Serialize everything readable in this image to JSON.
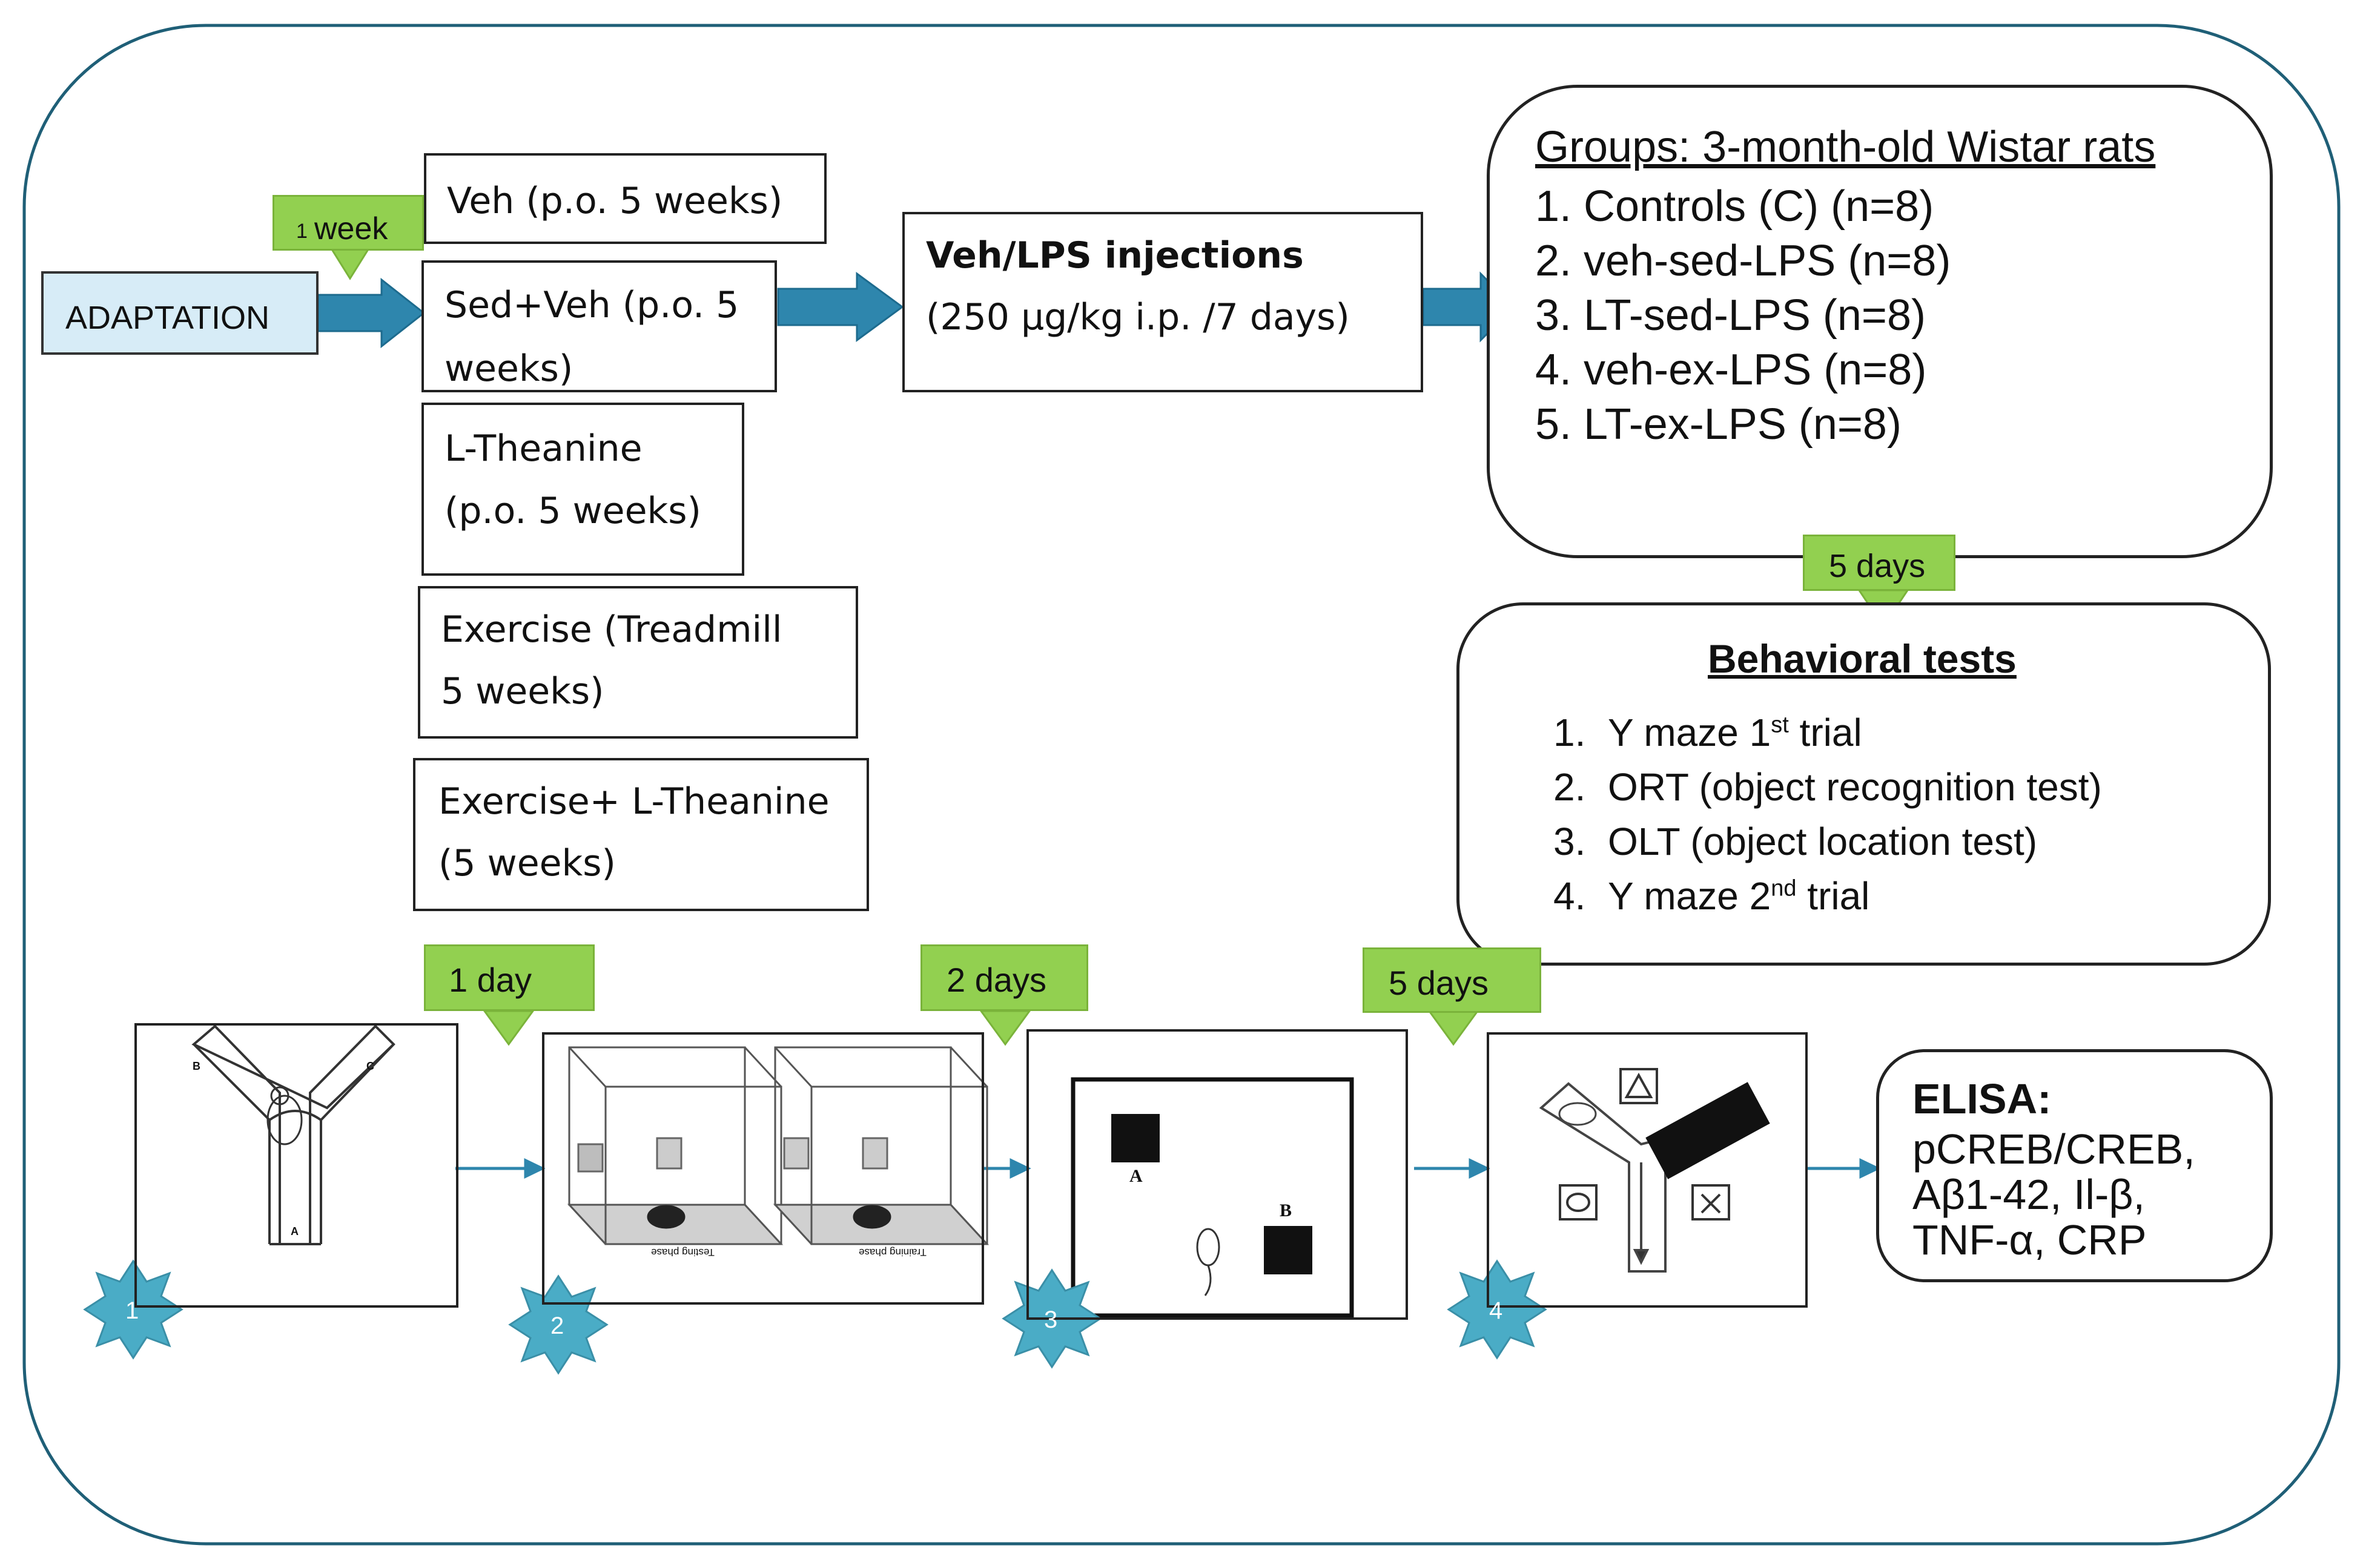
{
  "colors": {
    "frame": "#1f5f77",
    "green_label": "#92d050",
    "blue_arrow": "#2e86ad",
    "adaptation_fill": "#d7ecf7",
    "badge": "#4aacc6"
  },
  "adaptation": {
    "label": "ADAPTATION",
    "delay": "week",
    "delay_num": "1"
  },
  "treatments": [
    {
      "line1": "Veh (p.o. 5 weeks)",
      "line2": ""
    },
    {
      "line1": "Sed+Veh (p.o. 5",
      "line2": "weeks)"
    },
    {
      "line1": "L-Theanine",
      "line2": "(p.o. 5 weeks)"
    },
    {
      "line1": "Exercise (Treadmill",
      "line2": "5 weeks)"
    },
    {
      "line1": "Exercise+ L-Theanine",
      "line2": "(5 weeks)"
    }
  ],
  "injection": {
    "title": "Veh/LPS injections",
    "detail": "(250 μg/kg i.p. /7 days)"
  },
  "groups": {
    "title": "Groups: 3-month-old Wistar rats",
    "items": [
      "1. Controls (C) (n=8)",
      "2. veh-sed-LPS (n=8)",
      "3. LT-sed-LPS (n=8)",
      "4. veh-ex-LPS (n=8)",
      "5. LT-ex-LPS (n=8)"
    ]
  },
  "delays": {
    "to_tests": "5 days",
    "d1": "1 day",
    "d2": "2 days",
    "d3": "5 days"
  },
  "tests": {
    "title": "Behavioral tests",
    "items": [
      {
        "num": "1.",
        "pre": "Y maze 1",
        "sup": "st",
        "post": " trial"
      },
      {
        "num": "2.",
        "pre": "ORT (object recognition test)",
        "sup": "",
        "post": ""
      },
      {
        "num": "3.",
        "pre": "OLT (object location test)",
        "sup": "",
        "post": ""
      },
      {
        "num": "4.",
        "pre": "Y maze 2",
        "sup": "nd",
        "post": " trial"
      }
    ]
  },
  "ymaze": {
    "arm_a": "A",
    "arm_b": "B",
    "arm_c": "C"
  },
  "ort": {
    "phase_left": "Testing phase",
    "phase_right": "Training phase"
  },
  "olt": {
    "obj_a": "A",
    "obj_b": "B"
  },
  "badges": [
    "1",
    "2",
    "3",
    "4"
  ],
  "elisa": {
    "title": "ELISA:",
    "lines": [
      "pCREB/CREB,",
      "Aβ1-42, Il-β,",
      "TNF-α, CRP"
    ]
  }
}
